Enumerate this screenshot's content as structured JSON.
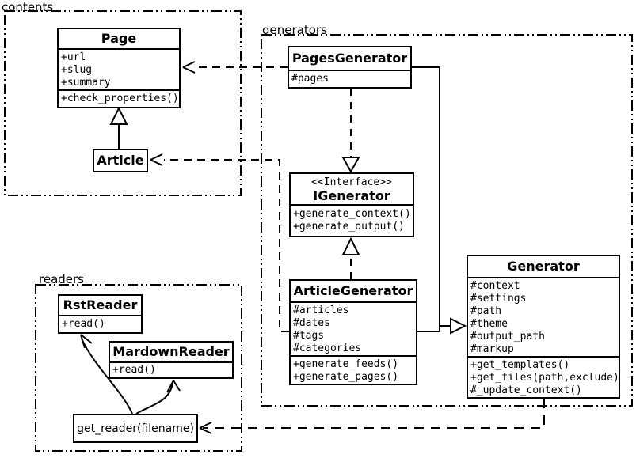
{
  "diagram": {
    "kind": "uml-class-diagram",
    "colors": {
      "line": "#000000",
      "background": "#ffffff",
      "box_fill": "#ffffff"
    }
  },
  "packages": {
    "contents": {
      "label": "contents"
    },
    "generators": {
      "label": "generators"
    },
    "readers": {
      "label": "readers"
    }
  },
  "classes": {
    "page": {
      "name": "Page",
      "attributes": [
        "+url",
        "+slug",
        "+summary"
      ],
      "methods": [
        "+check_properties()"
      ]
    },
    "article": {
      "name": "Article"
    },
    "pages_generator": {
      "name": "PagesGenerator",
      "attributes": [
        "#pages"
      ]
    },
    "igenerator": {
      "stereotype": "<<Interface>>",
      "name": "IGenerator",
      "methods": [
        "+generate_context()",
        "+generate_output()"
      ]
    },
    "article_generator": {
      "name": "ArticleGenerator",
      "attributes": [
        "#articles",
        "#dates",
        "#tags",
        "#categories"
      ],
      "methods": [
        "+generate_feeds()",
        "+generate_pages()"
      ]
    },
    "generator": {
      "name": "Generator",
      "attributes": [
        "#context",
        "#settings",
        "#path",
        "#theme",
        "#output_path",
        "#markup"
      ],
      "methods": [
        "+get_templates()",
        "+get_files(path,exclude)",
        "#_update_context()"
      ]
    },
    "rst_reader": {
      "name": "RstReader",
      "methods": [
        "+read()"
      ]
    },
    "markdown_reader": {
      "name": "MardownReader",
      "methods": [
        "+read()"
      ]
    },
    "get_reader": {
      "name": "get_reader(filename)"
    }
  },
  "relationships": [
    {
      "from": "Article",
      "to": "Page",
      "type": "inheritance",
      "style": "solid-hollow-triangle"
    },
    {
      "from": "PagesGenerator",
      "to": "Page",
      "type": "dependency",
      "style": "dashed-open-arrow"
    },
    {
      "from": "ArticleGenerator",
      "to": "Article",
      "type": "dependency",
      "style": "dashed-open-arrow"
    },
    {
      "from": "PagesGenerator",
      "to": "IGenerator",
      "type": "realization",
      "style": "dashed-hollow-triangle"
    },
    {
      "from": "ArticleGenerator",
      "to": "IGenerator",
      "type": "realization",
      "style": "dashed-hollow-triangle"
    },
    {
      "from": "PagesGenerator",
      "to": "Generator",
      "type": "inheritance",
      "style": "solid-hollow-triangle"
    },
    {
      "from": "ArticleGenerator",
      "to": "Generator",
      "type": "inheritance",
      "style": "solid-hollow-triangle"
    },
    {
      "from": "Generator",
      "to": "get_reader(filename)",
      "type": "dependency",
      "style": "dashed-open-arrow"
    },
    {
      "from": "get_reader(filename)",
      "to": "RstReader",
      "type": "call",
      "style": "curved-open-arrow"
    },
    {
      "from": "get_reader(filename)",
      "to": "MardownReader",
      "type": "call",
      "style": "curved-open-arrow"
    }
  ]
}
